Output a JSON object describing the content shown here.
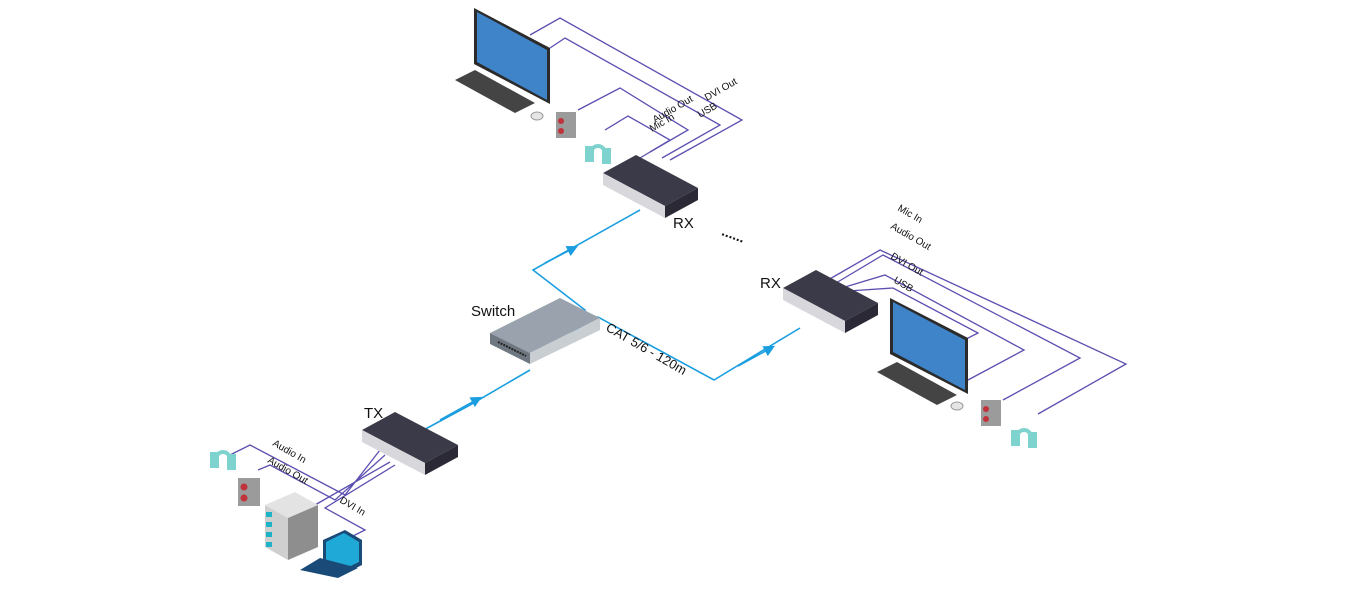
{
  "colors": {
    "network_cable": "#1a9ee0",
    "av_cable": "#5b4fb0",
    "device_body": "#3b3a48",
    "monitor_screen": "#3f84c8",
    "headphone": "#7fd3cf",
    "speaker_cone": "#c0333a"
  },
  "devices": {
    "tx": "TX",
    "rx_top": "RX",
    "rx_right": "RX",
    "switch": "Switch"
  },
  "cable_label": "CAT 5/6 - 120m",
  "ellipsis": "......",
  "rx_top_ports": [
    "DVI Out",
    "USB",
    "Audio Out",
    "Mic In"
  ],
  "rx_right_ports": [
    "Mic In",
    "Audio Out",
    "DVI Out",
    "USB"
  ],
  "tx_ports": [
    "Audio In",
    "Audio Out",
    "DVI In"
  ]
}
